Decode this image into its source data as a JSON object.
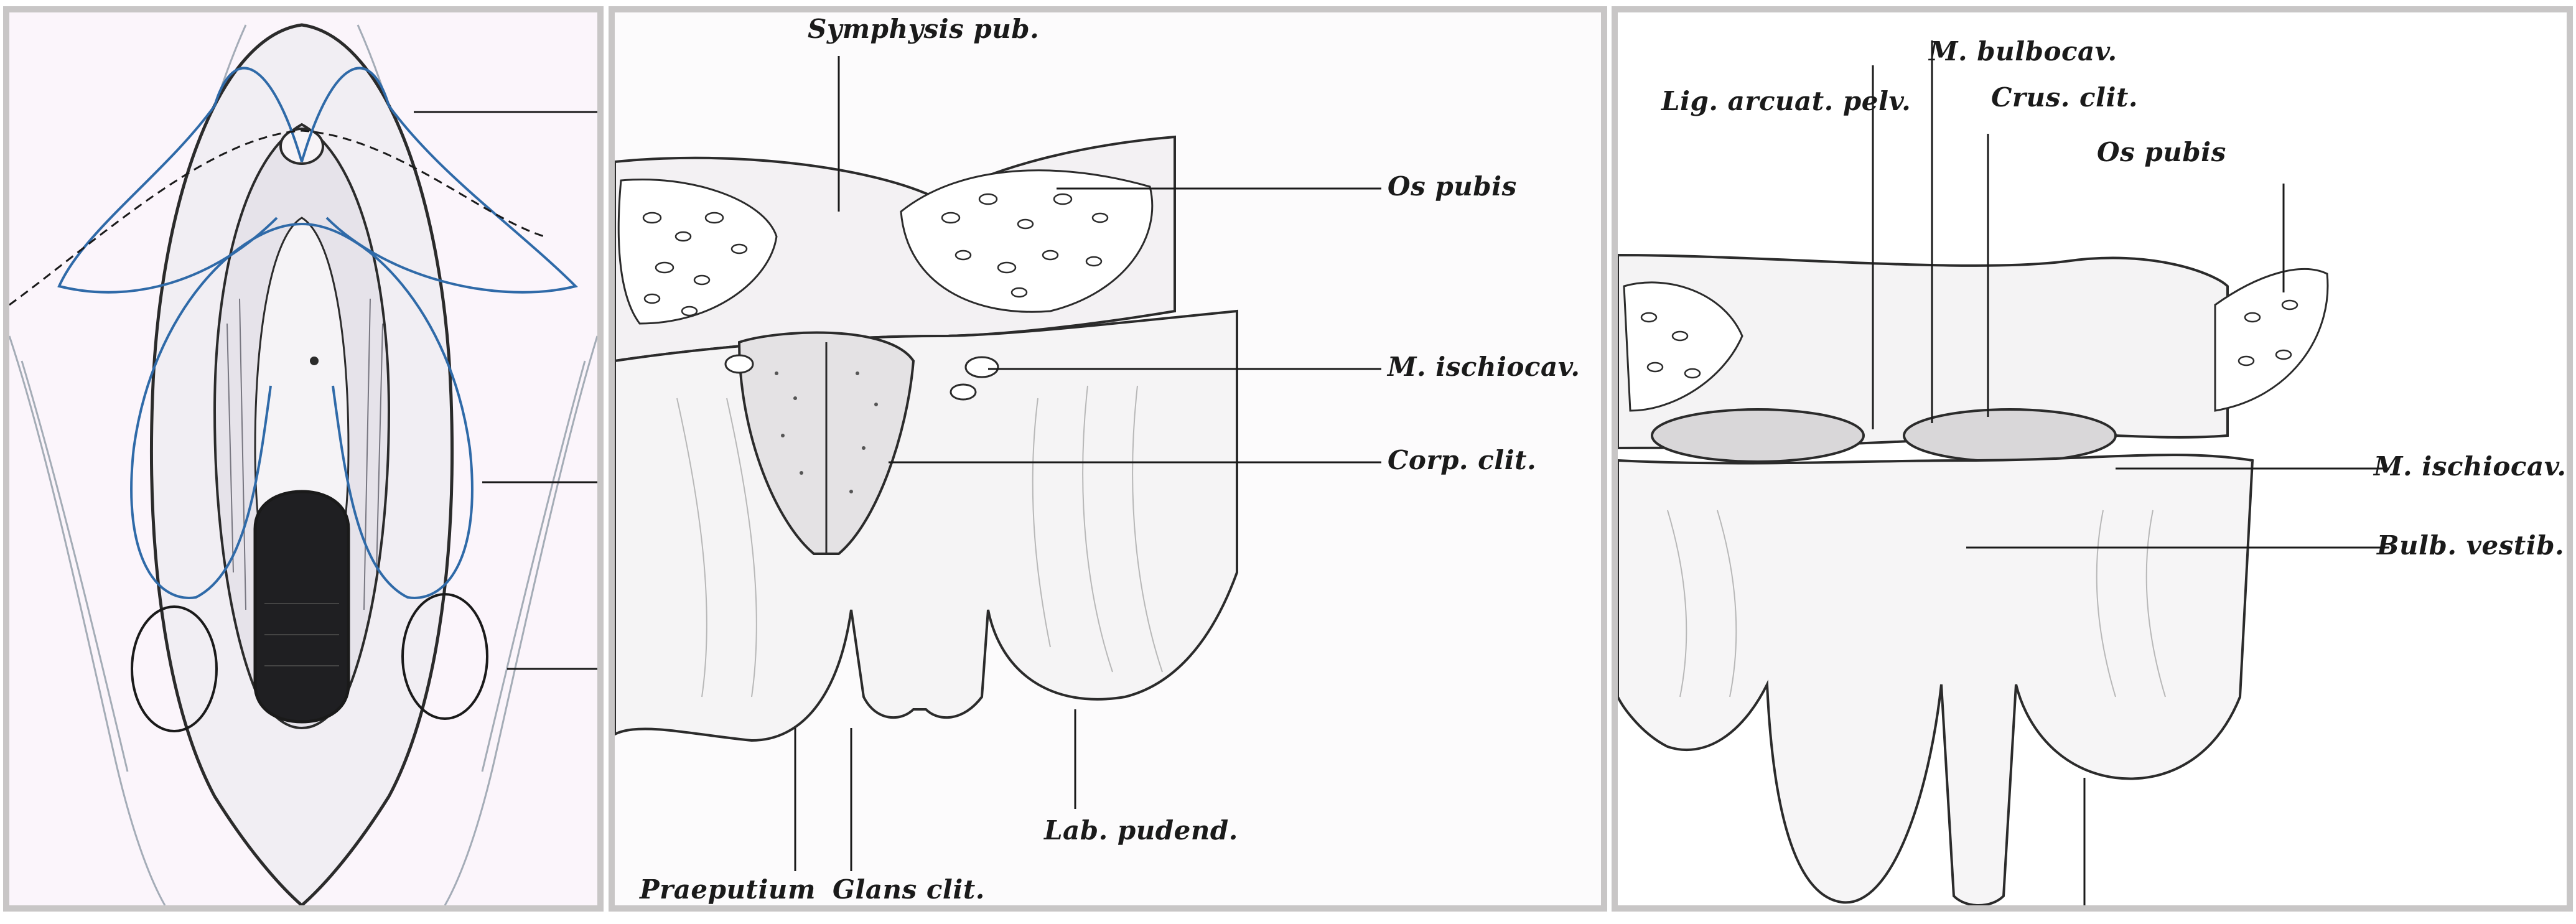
{
  "panels": {
    "left": {},
    "middle": {
      "labels": {
        "symphysis": "Symphysis pub.",
        "os_pubis": "Os pubis",
        "ischiocav": "M. ischiocav.",
        "corp_clit": "Corp. clit.",
        "lab_pudend": "Lab. pudend.",
        "praeputium": "Praeputium",
        "glans_clit": "Glans clit."
      }
    },
    "right": {
      "labels": {
        "bulbocav": "M. bulbocav.",
        "lig_arcuat": "Lig. arcuat. pelv.",
        "crus_clit": "Crus. clit.",
        "os_pubis": "Os pubis",
        "ischiocav": "M. ischiocav.",
        "bulb_vestib": "Bulb. vestib."
      }
    }
  },
  "colors": {
    "panel_border": "#c8c6c6",
    "ink": "#1a1a1a",
    "outline_blue": "#2f6aa8"
  }
}
